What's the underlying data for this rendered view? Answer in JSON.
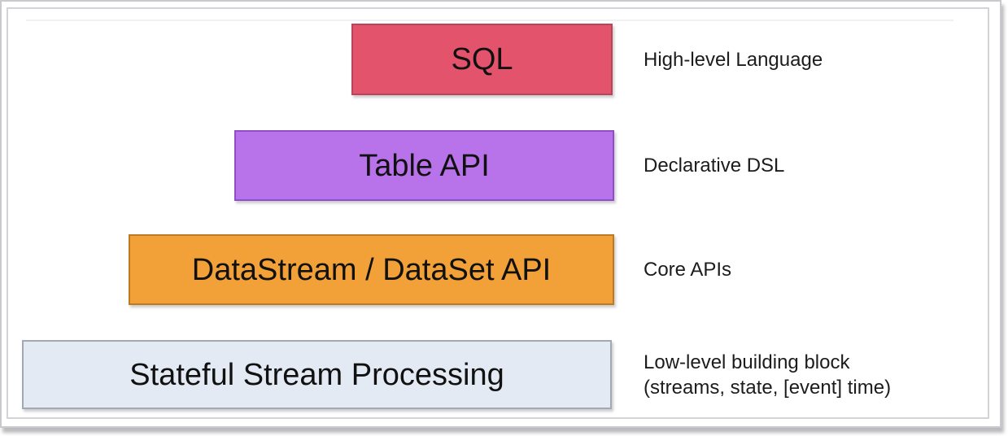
{
  "diagram": {
    "layers": [
      {
        "label": "SQL",
        "description": "High-level Language",
        "fill": "#E4536C",
        "border": "#B8445A"
      },
      {
        "label": "Table API",
        "description": "Declarative DSL",
        "fill": "#B873EB",
        "border": "#8F4EC8"
      },
      {
        "label": "DataStream / DataSet API",
        "description": "Core APIs",
        "fill": "#F2A138",
        "border": "#BC7A22"
      },
      {
        "label": "Stateful Stream Processing",
        "description": "Low-level building block (streams, state, [event] time)",
        "fill": "#E4EAF4",
        "border": "#A3A9B3"
      }
    ]
  }
}
